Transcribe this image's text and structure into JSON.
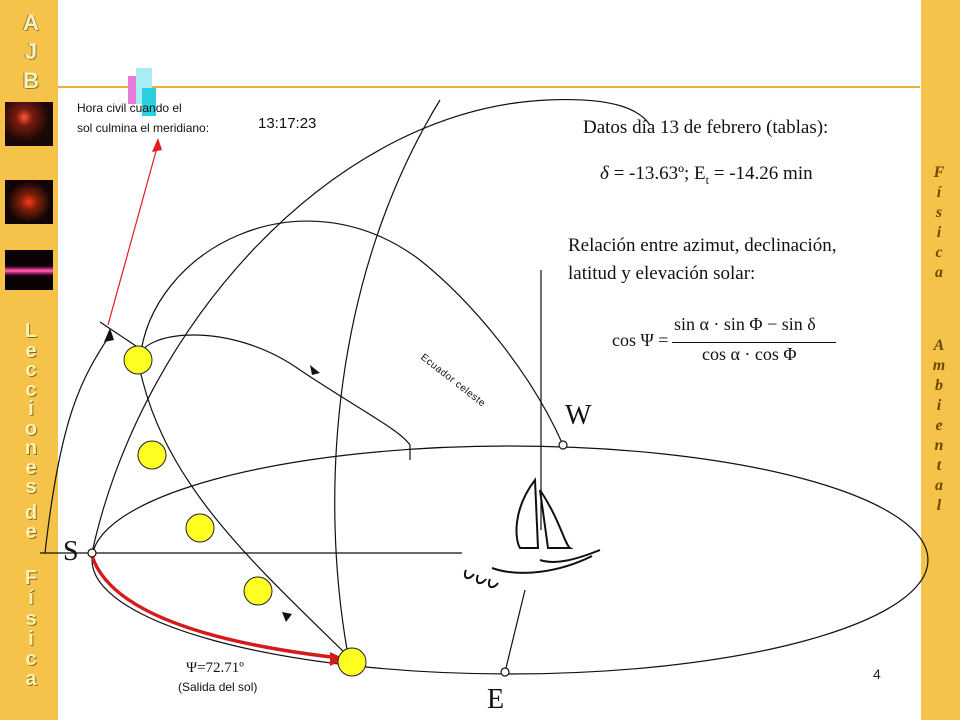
{
  "sidebar": {
    "logo_letters": [
      "A",
      "J",
      "B"
    ],
    "vertical_title_1": [
      "L",
      "e",
      "c",
      "c",
      "i",
      "o",
      "n",
      "e",
      "s"
    ],
    "vertical_title_2": [
      "d",
      "e"
    ],
    "vertical_title_3": [
      "F",
      "í",
      "s",
      "i",
      "c",
      "a"
    ]
  },
  "right_bar": {
    "word_1": [
      "F",
      "í",
      "s",
      "i",
      "c",
      "a"
    ],
    "word_2": [
      "A",
      "m",
      "b",
      "i",
      "e",
      "n",
      "t",
      "a",
      "l"
    ]
  },
  "culmination": {
    "caption_line1": "Hora civil cuando el",
    "caption_line2": "sol culmina el meridiano:",
    "time": "13:17:23"
  },
  "data_box": {
    "heading": "Datos día 13 de febrero (tablas):",
    "delta_line_a": " = -13.63º; E",
    "delta_sub": "t",
    "delta_line_b": " = -14.26 min",
    "relation_line1": "Relación entre azimut, declinación,",
    "relation_line2": "latitud y elevación solar:"
  },
  "formula": {
    "lhs": "cos Ψ =",
    "numerator": "sin α · sin Φ − sin δ",
    "denominator": "cos α · cos Φ"
  },
  "diagram": {
    "equator_label": "Ecuador celeste",
    "south": "S",
    "west": "W",
    "east": "E",
    "azimuth": "Ψ=72.71º",
    "sunrise": "(Salida del sol)"
  },
  "page_number": "4"
}
